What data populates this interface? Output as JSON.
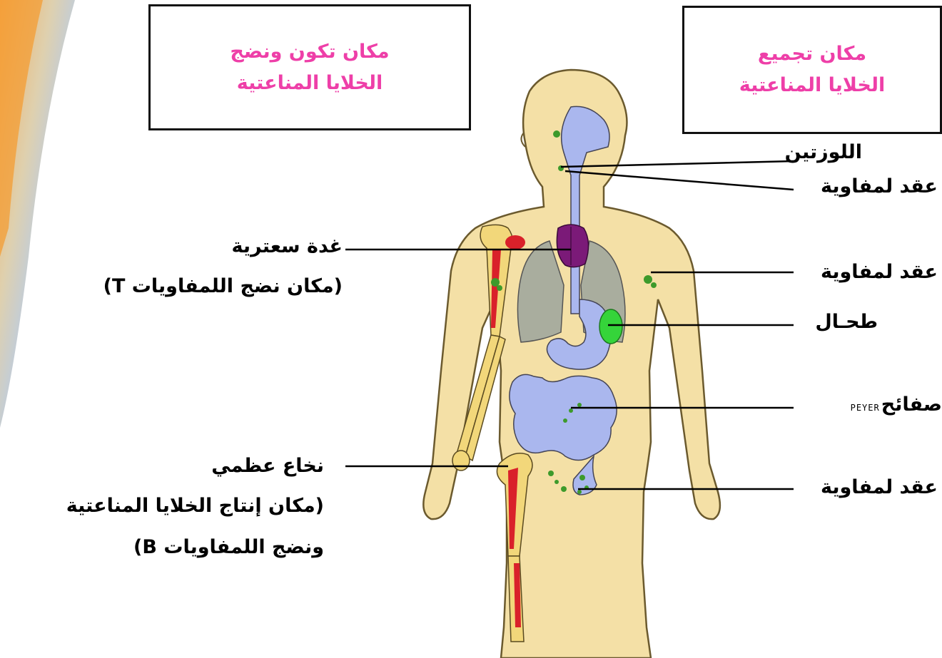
{
  "boxes": {
    "left": {
      "line1": "مكان تكون ونضج",
      "line2": "الخلايا المناعتية"
    },
    "right": {
      "line1": "مكان تجميع",
      "line2": "الخلايا المناعتية"
    }
  },
  "labels": {
    "tonsils": "اللوزتين",
    "lymph_node_neck": "عقد لمفاوية",
    "thymus": "غدة سعترية",
    "thymus_note": "(مكان نضج اللمفاويات T)",
    "lymph_node_axilla": "عقد لمفاوية",
    "spleen": "طحـال",
    "peyer_word": "صفائح",
    "peyer_tag": "PEYER",
    "bone_marrow": "نخاع عظمي",
    "bone_marrow_note_1": "(مكان إنتاج الخلايا المناعتية",
    "bone_marrow_note_2": "ونضج  اللمفاويات B)",
    "lymph_node_groin": "عقد لمفاوية"
  },
  "colors": {
    "box_text": "#ee3fa8",
    "skin": "#f4e0a6",
    "skin_outline": "#6b5a2e",
    "bone": "#f2d77a",
    "marrow": "#d9212a",
    "lungs": "#a9ad9e",
    "thymus": "#7b1a78",
    "digestive": "#aab7ee",
    "spleen": "#35d43a",
    "lymph": "#3d9a2b"
  }
}
